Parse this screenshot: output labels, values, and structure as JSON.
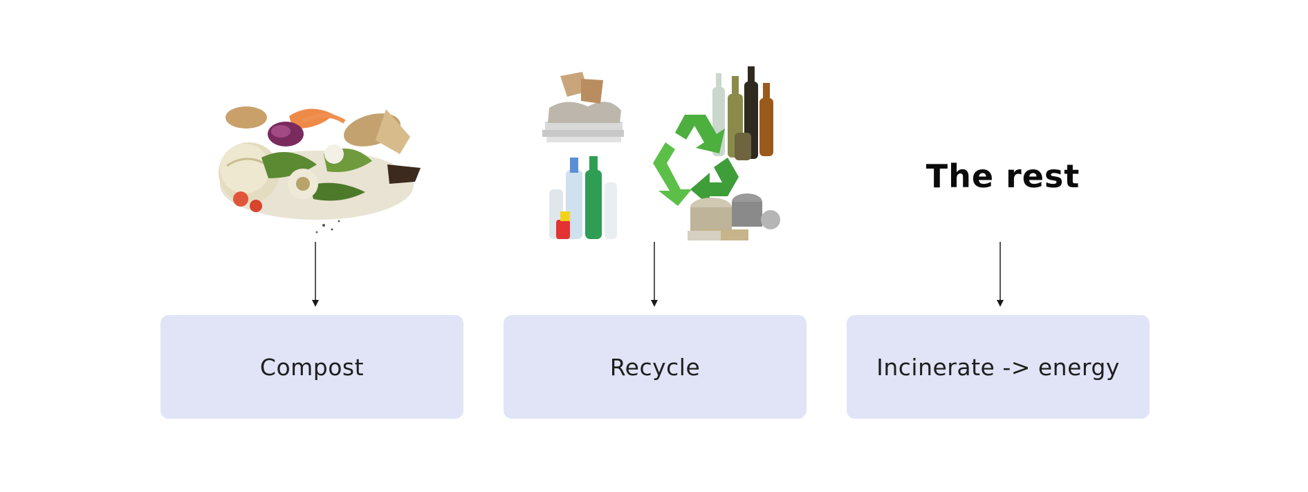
{
  "columns": [
    {
      "id": "compost",
      "illustration": "food-scraps-image",
      "box_label": "Compost"
    },
    {
      "id": "recycle",
      "illustration": "recyclables-with-recycle-symbol-image",
      "box_label": "Recycle"
    },
    {
      "id": "rest",
      "illustration_text": "The rest",
      "box_label": "Incinerate -> energy"
    }
  ],
  "colors": {
    "box_fill": "#e0e4f6",
    "arrow": "#1a1a1a",
    "recycle_symbol": "#3f9d3a"
  }
}
